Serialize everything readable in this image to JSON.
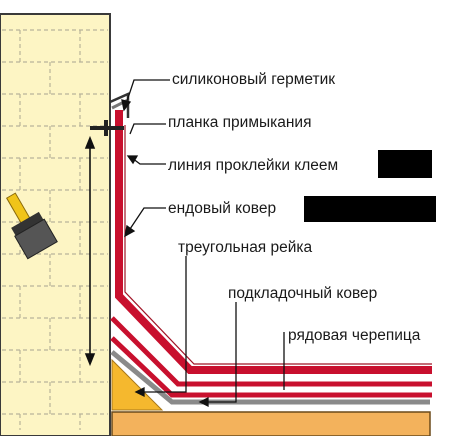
{
  "labels": {
    "sealant": "силиконовый герметик",
    "flashing_strip": "планка примыкания",
    "glue_line": "линия проклейки клеем",
    "valley_carpet": "ендовый ковер",
    "triangular_batten": "треугольная рейка",
    "underlay_carpet": "подкладочный ковер",
    "row_shingles": "рядовая черепица"
  },
  "colors": {
    "wall": "#fdf5c4",
    "wall_border": "#3a3a3a",
    "brick_lines": "#b9b39a",
    "red_layer": "#c8102e",
    "grey_layer": "#8a8a8a",
    "batten": "#f5b82e",
    "base_board": "#f3b25c",
    "redaction": "#000000",
    "brush_handle": "#f0c419",
    "brush_head": "#555555"
  },
  "icons": {
    "brush": "paint-brush-icon"
  }
}
